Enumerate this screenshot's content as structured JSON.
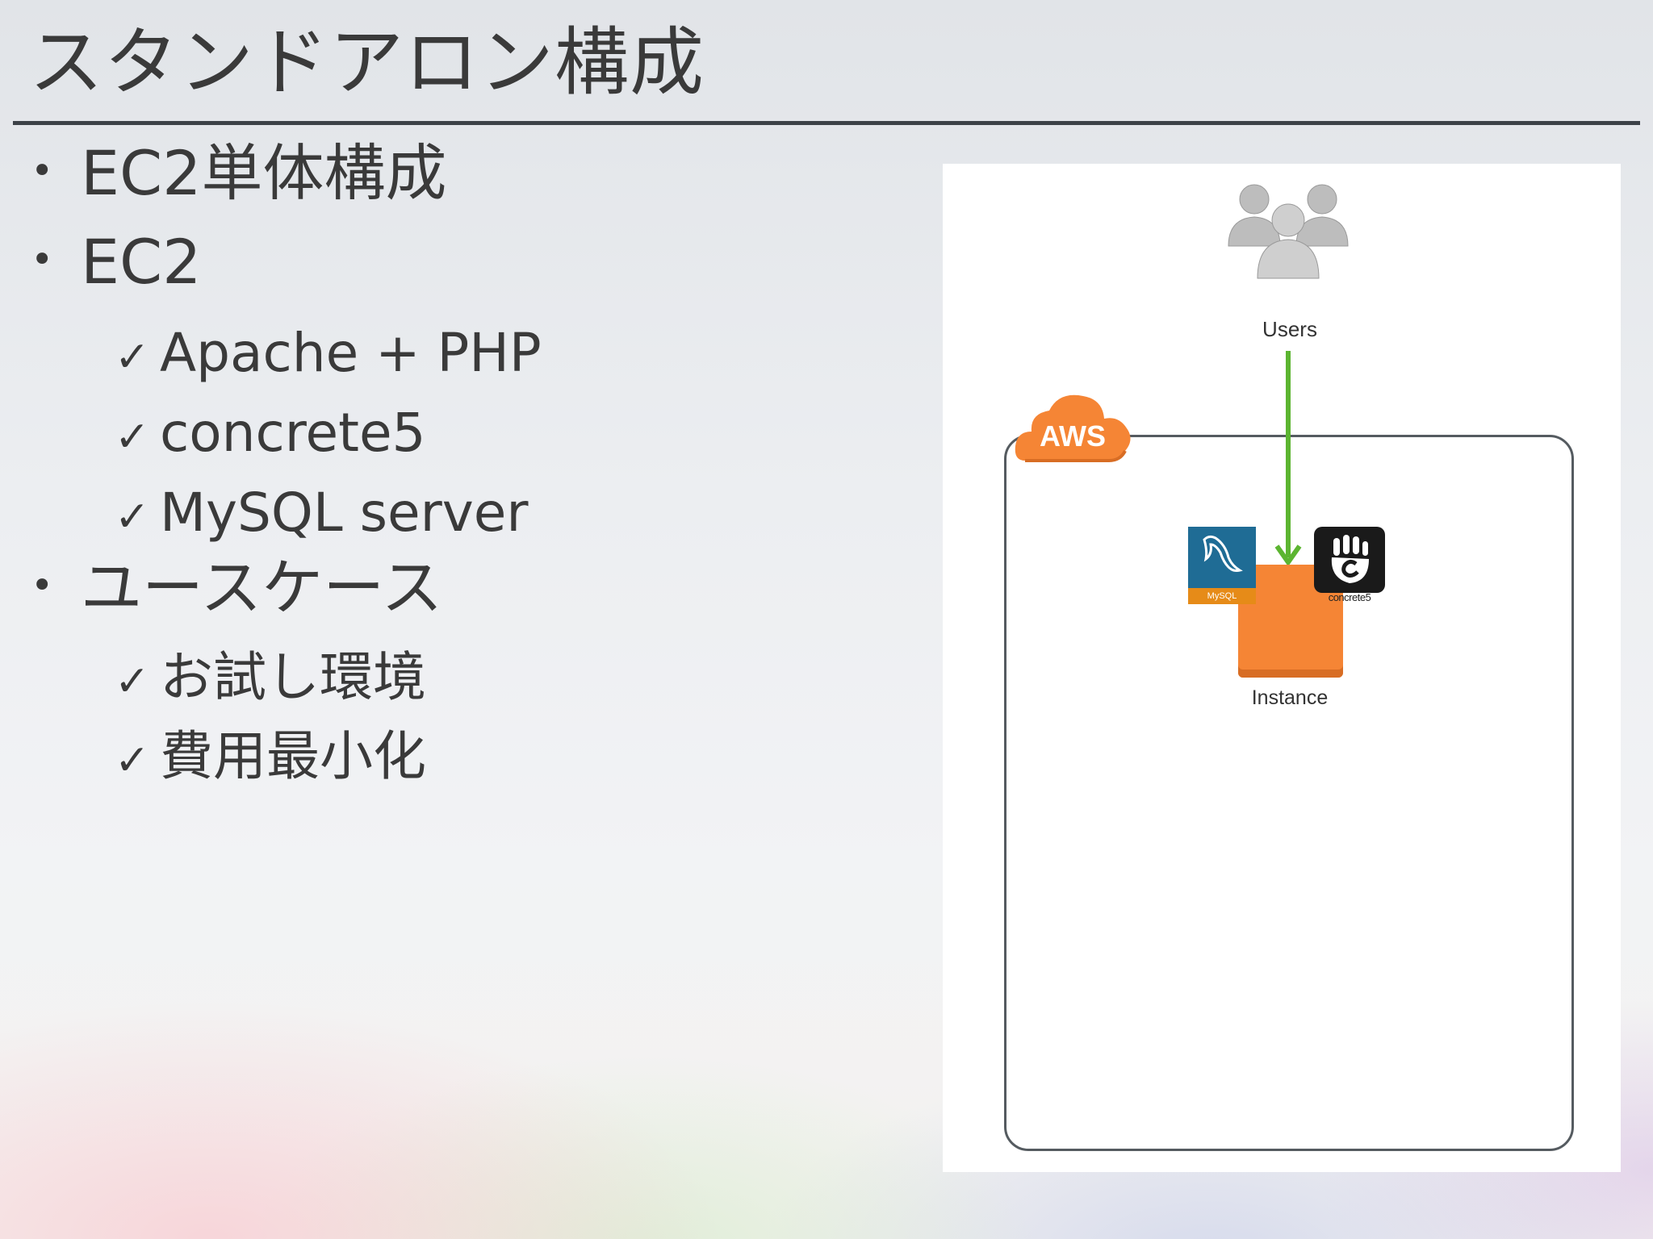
{
  "slide": {
    "title": "スタンドアロン構成"
  },
  "bullets": [
    {
      "level": 1,
      "marker": "•",
      "text": "EC2単体構成"
    },
    {
      "level": 1,
      "marker": "•",
      "text": "EC2"
    },
    {
      "level": 2,
      "marker": "✓",
      "text": "Apache + PHP"
    },
    {
      "level": 2,
      "marker": "✓",
      "text": "concrete5"
    },
    {
      "level": 2,
      "marker": "✓",
      "text": "MySQL server"
    },
    {
      "level": 1,
      "marker": "•",
      "text": "ユースケース"
    },
    {
      "level": 2,
      "marker": "✓",
      "text": "お試し環境"
    },
    {
      "level": 2,
      "marker": "✓",
      "text": "費用最小化"
    }
  ],
  "diagram": {
    "users_label": "Users",
    "cloud_label": "AWS",
    "instance_label": "Instance",
    "mysql_label": "MySQL",
    "concrete5_label": "concrete5",
    "colors": {
      "arrow": "#5cb531",
      "aws_orange": "#f58535",
      "mysql_blue": "#1f6c95",
      "border": "#555b60"
    }
  }
}
